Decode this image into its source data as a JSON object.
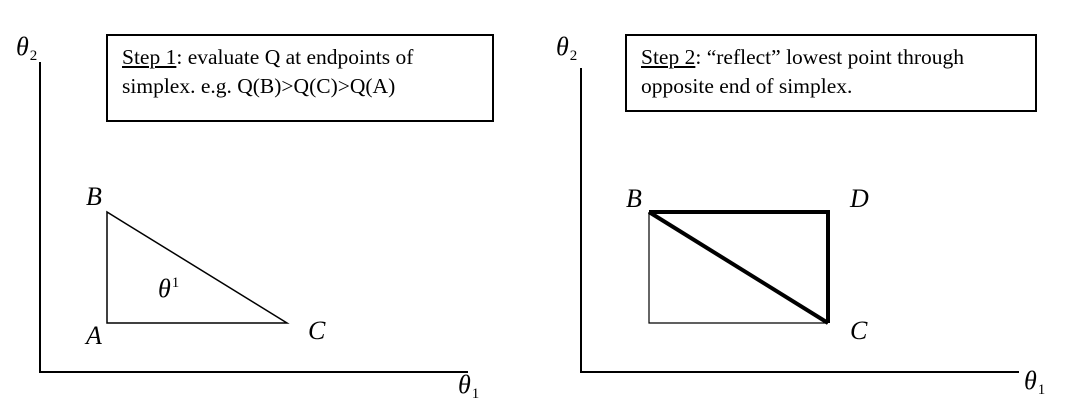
{
  "panels": [
    {
      "axis_y_label": {
        "symbol": "θ",
        "sub": "2"
      },
      "axis_x_label": {
        "symbol": "θ",
        "sub": "1"
      },
      "note": {
        "step": "Step 1",
        "line1": ": evaluate Q at endpoints of",
        "line2": "simplex.  e.g. Q(B)>Q(C)>Q(A)"
      },
      "points": {
        "A": "A",
        "B": "B",
        "C": "C"
      },
      "centroid_label": {
        "symbol": "θ",
        "sup": "1"
      }
    },
    {
      "axis_y_label": {
        "symbol": "θ",
        "sub": "2"
      },
      "axis_x_label": {
        "symbol": "θ",
        "sub": "1"
      },
      "note": {
        "step": "Step 2",
        "line1": ": “reflect” lowest point through",
        "line2": "opposite end of simplex."
      },
      "points": {
        "B": "B",
        "C": "C",
        "D": "D"
      }
    }
  ]
}
